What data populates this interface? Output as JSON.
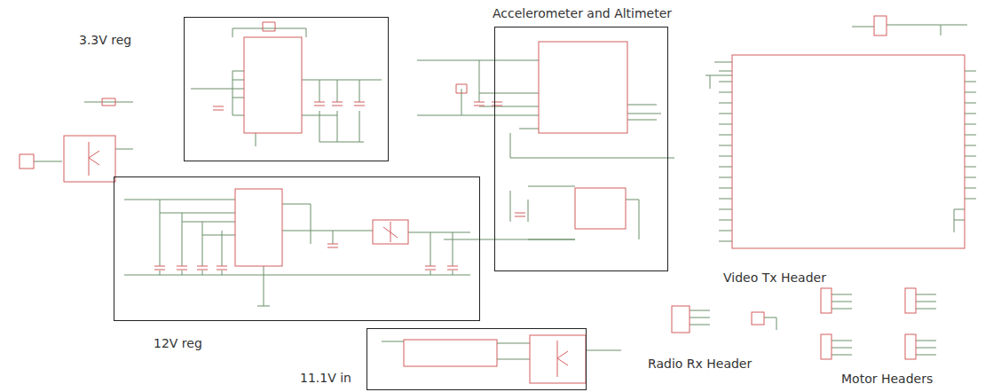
{
  "diagram": {
    "nodes": [
      {
        "text": [
          "3.3V reg"
        ]
      },
      {
        "text": [
          "Accelerometer and Altimeter"
        ]
      },
      {
        "text": [
          "12V reg"
        ]
      },
      {
        "text": [
          "11.1V in"
        ]
      }
    ],
    "labels": [
      "Video Tx Header",
      "Radio Rx Header",
      "Motor Headers"
    ]
  }
}
